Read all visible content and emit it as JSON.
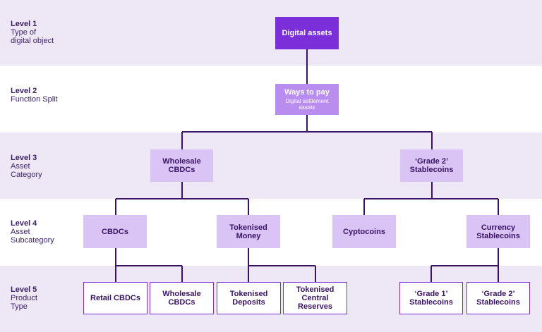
{
  "levels": [
    {
      "title": "Level 1",
      "desc": "Type of\ndigital object"
    },
    {
      "title": "Level 2",
      "desc": "Function Split"
    },
    {
      "title": "Level 3",
      "desc": "Asset\nCategory"
    },
    {
      "title": "Level 4",
      "desc": "Asset\nSubcategory"
    },
    {
      "title": "Level 5",
      "desc": "Product\nType"
    }
  ],
  "nodes": {
    "digital_assets": "Digital assets",
    "ways_to_pay": "Ways to pay",
    "ways_to_pay_sub": "Digital settlement\nassets",
    "wholesale_cbdcs": "Wholesale\nCBDCs",
    "grade2_stablecoins": "‘Grade 2’\nStablecoins",
    "cbdcs": "CBDCs",
    "tokenised_money": "Tokenised\nMoney",
    "cyptocoins": "Cyptocoins",
    "currency_stablecoins": "Currency\nStablecoins",
    "retail_cbdcs": "Retail CBDCs",
    "wholesale_cbdcs_l5": "Wholesale\nCBDCs",
    "tokenised_deposits": "Tokenised\nDeposits",
    "tokenised_central_reserves": "Tokenised\nCentral\nReserves",
    "grade1_stablecoins_l5": "‘Grade 1’\nStablecoins",
    "grade2_stablecoins_l5": "‘Grade 2’\nStablecoins"
  },
  "colors": {
    "band_shade": "#ede7f6",
    "dark_purple": "#7b2fd9",
    "mid_purple": "#b98cf0",
    "light_purple": "#d9c4f5",
    "connector": "#3a1366"
  }
}
